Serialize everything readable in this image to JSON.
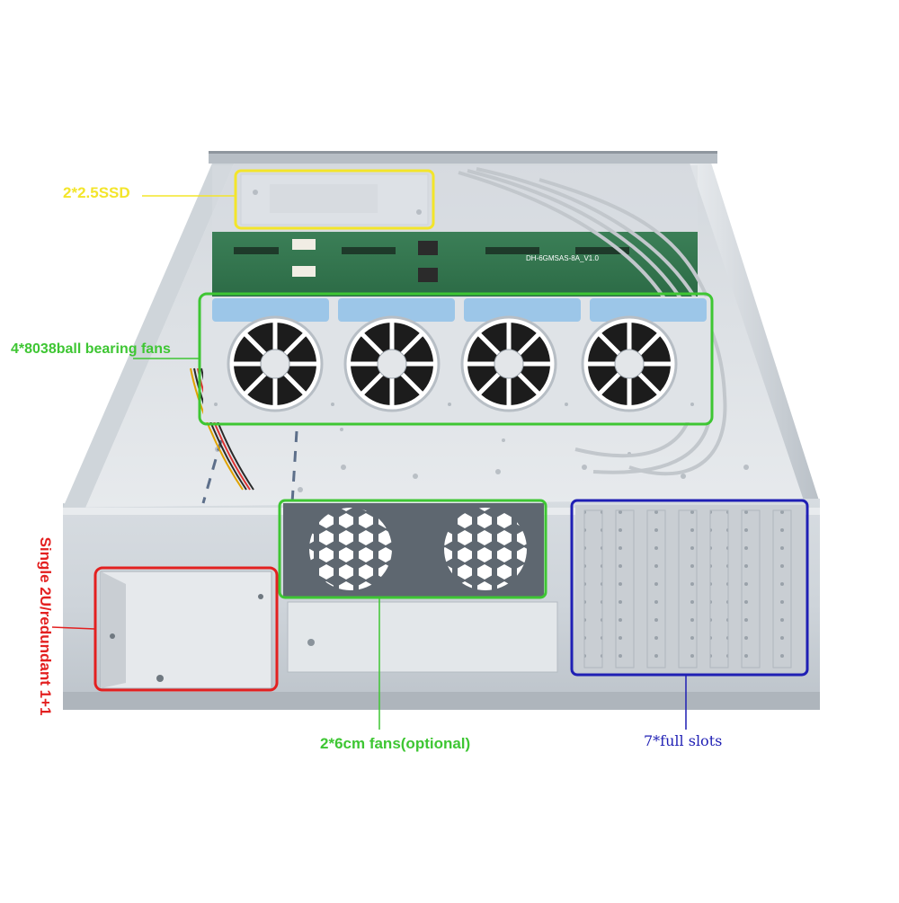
{
  "annotations": {
    "ssd": {
      "label": "2*2.5SSD",
      "color": "#f3e52a"
    },
    "fans": {
      "label": "4*8038ball bearing fans",
      "color": "#3ec633"
    },
    "small_fans": {
      "label": "2*6cm fans(optional)",
      "color": "#3ec633"
    },
    "slots": {
      "label": "7*full slots",
      "color": "#1f1fb4"
    },
    "psu": {
      "label": "Single 2U/redundant 1+1",
      "color": "#e32020"
    }
  },
  "board_silkscreen": "DH-6GMSAS-8A_V1.0"
}
